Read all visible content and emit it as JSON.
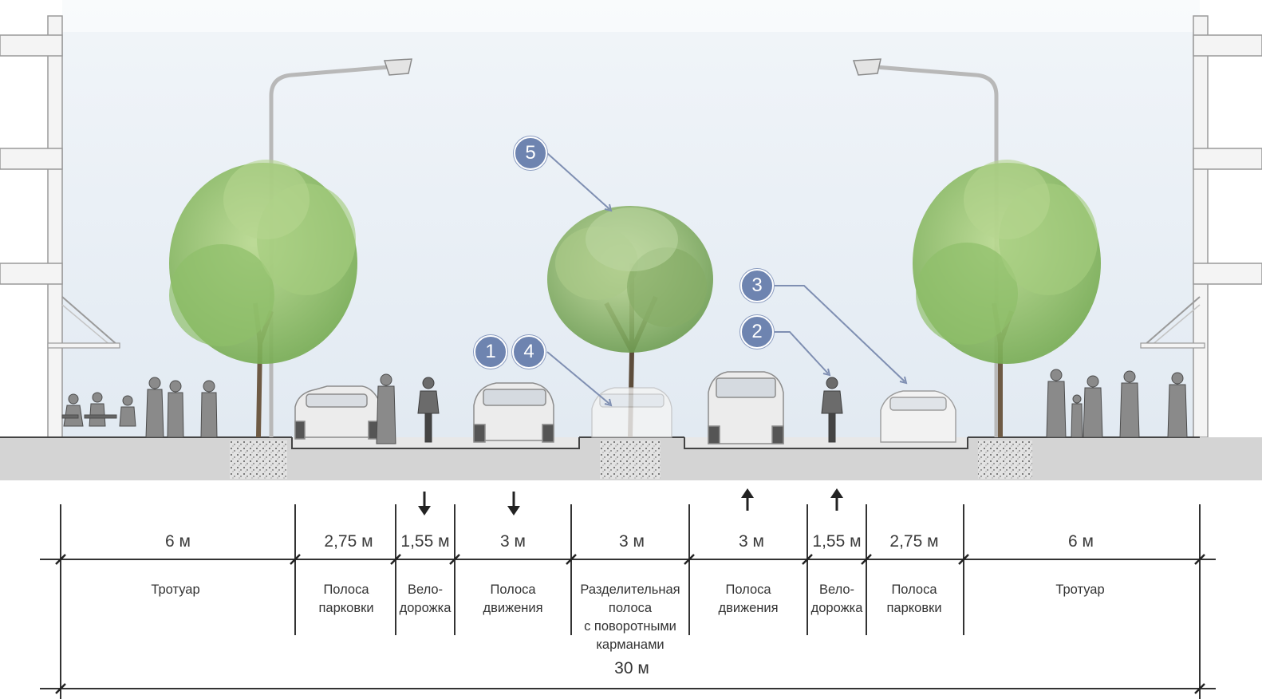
{
  "diagram": {
    "zones": [
      {
        "id": "sidewalk-left",
        "width": "6 м",
        "label": "Тротуар"
      },
      {
        "id": "parking-left",
        "width": "2,75 м",
        "label": "Полоса\nпарковки"
      },
      {
        "id": "bike-left",
        "width": "1,55 м",
        "label": "Вело-\nдорожка"
      },
      {
        "id": "lane-left",
        "width": "3 м",
        "label": "Полоса\nдвижения"
      },
      {
        "id": "median",
        "width": "3 м",
        "label": "Разделительная\nполоса\nс поворотными\nкарманами"
      },
      {
        "id": "lane-right",
        "width": "3 м",
        "label": "Полоса\nдвижения"
      },
      {
        "id": "bike-right",
        "width": "1,55 м",
        "label": "Вело-\nдорожка"
      },
      {
        "id": "parking-right",
        "width": "2,75 м",
        "label": "Полоса\nпарковки"
      },
      {
        "id": "sidewalk-right",
        "width": "6 м",
        "label": "Тротуар"
      }
    ],
    "total_width": "30 м",
    "callouts": [
      "1",
      "4",
      "5",
      "3",
      "2"
    ],
    "traffic_directions": {
      "left_side": "down-arrow",
      "right_side": "up-arrow"
    },
    "colors": {
      "sky": "#e9eff5",
      "ground": "#d4d4d4",
      "foliage": "#8fbf6a",
      "badge": "#6e84b0",
      "callout_line": "#7f8fb2",
      "dimension_line": "#333333"
    }
  }
}
